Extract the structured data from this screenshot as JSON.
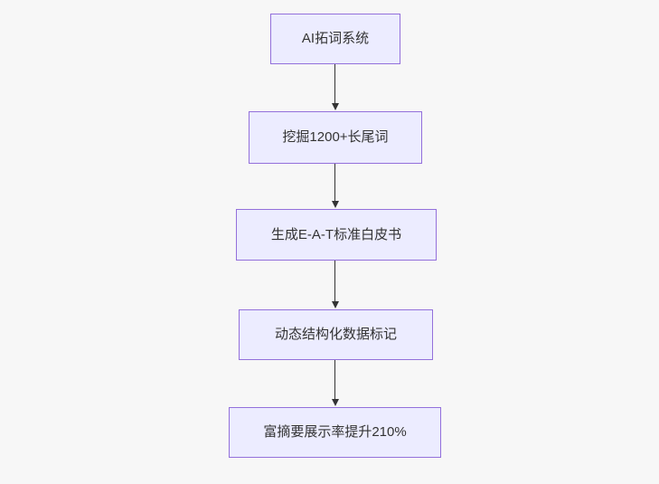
{
  "flowchart": {
    "type": "flowchart",
    "direction": "top-down",
    "nodes": [
      {
        "id": "n1",
        "label": "AI拓词系统"
      },
      {
        "id": "n2",
        "label": "挖掘1200+长尾词"
      },
      {
        "id": "n3",
        "label": "生成E-A-T标准白皮书"
      },
      {
        "id": "n4",
        "label": "动态结构化数据标记"
      },
      {
        "id": "n5",
        "label": "富摘要展示率提升210%"
      }
    ],
    "edges": [
      {
        "from": "n1",
        "to": "n2"
      },
      {
        "from": "n2",
        "to": "n3"
      },
      {
        "from": "n3",
        "to": "n4"
      },
      {
        "from": "n4",
        "to": "n5"
      }
    ],
    "colors": {
      "background": "#f7f7f7",
      "node_fill": "#ececff",
      "node_border": "#9370db",
      "text": "#333333",
      "arrow": "#333333"
    }
  }
}
